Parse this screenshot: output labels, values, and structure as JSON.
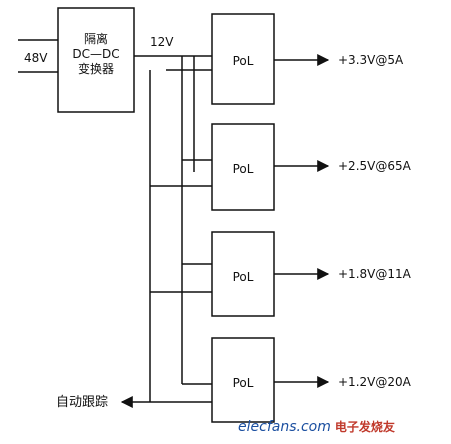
{
  "input_voltage": "48V",
  "converter": {
    "line1": "隔离",
    "line2": "DC—DC",
    "line3": "变换器"
  },
  "bus_voltage": "12V",
  "pol_modules": [
    {
      "label": "PoL",
      "output": "+3.3V@5A"
    },
    {
      "label": "PoL",
      "output": "+2.5V@65A"
    },
    {
      "label": "PoL",
      "output": "+1.8V@11A"
    },
    {
      "label": "PoL",
      "output": "+1.2V@20A"
    }
  ],
  "auto_tracking": "自动跟踪",
  "watermark": {
    "site": "elecfans.com",
    "name": "电子发烧友"
  },
  "colors": {
    "line": "#111111",
    "watermark_blue": "#1b4fa0",
    "watermark_red": "#c0392b"
  }
}
